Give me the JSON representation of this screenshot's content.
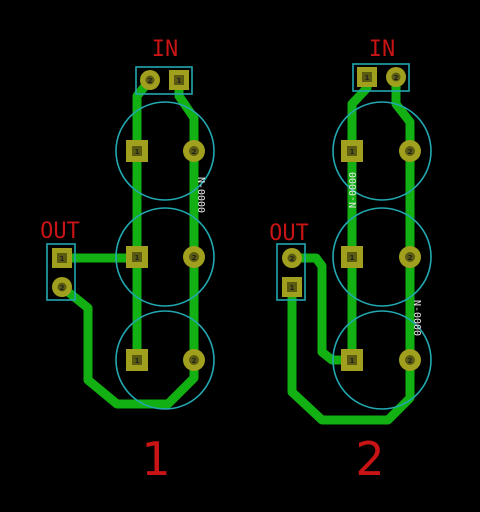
{
  "colors": {
    "background": "#000000",
    "trace": "#12b012",
    "pad": "#a0a01e",
    "pad_dark": "#5a5a10",
    "outline": "#22a8b0",
    "label": "#c81414",
    "refdes": "#e8e8e8"
  },
  "boards": [
    {
      "number": "1",
      "in_label": "IN",
      "out_label": "OUT",
      "refdes": "N-0000",
      "in_pin_labels": [
        "2",
        "1"
      ],
      "out_pin_labels": [
        "1",
        "2"
      ],
      "left_pin_label": "1",
      "right_pin_label": "2"
    },
    {
      "number": "2",
      "in_label": "IN",
      "out_label": "OUT",
      "refdes": "N-0000",
      "refdes_2": "N-0000",
      "in_pin_labels": [
        "1",
        "2"
      ],
      "out_pin_labels": [
        "2",
        "1"
      ],
      "left_pin_label": "1",
      "right_pin_label": "2"
    }
  ]
}
